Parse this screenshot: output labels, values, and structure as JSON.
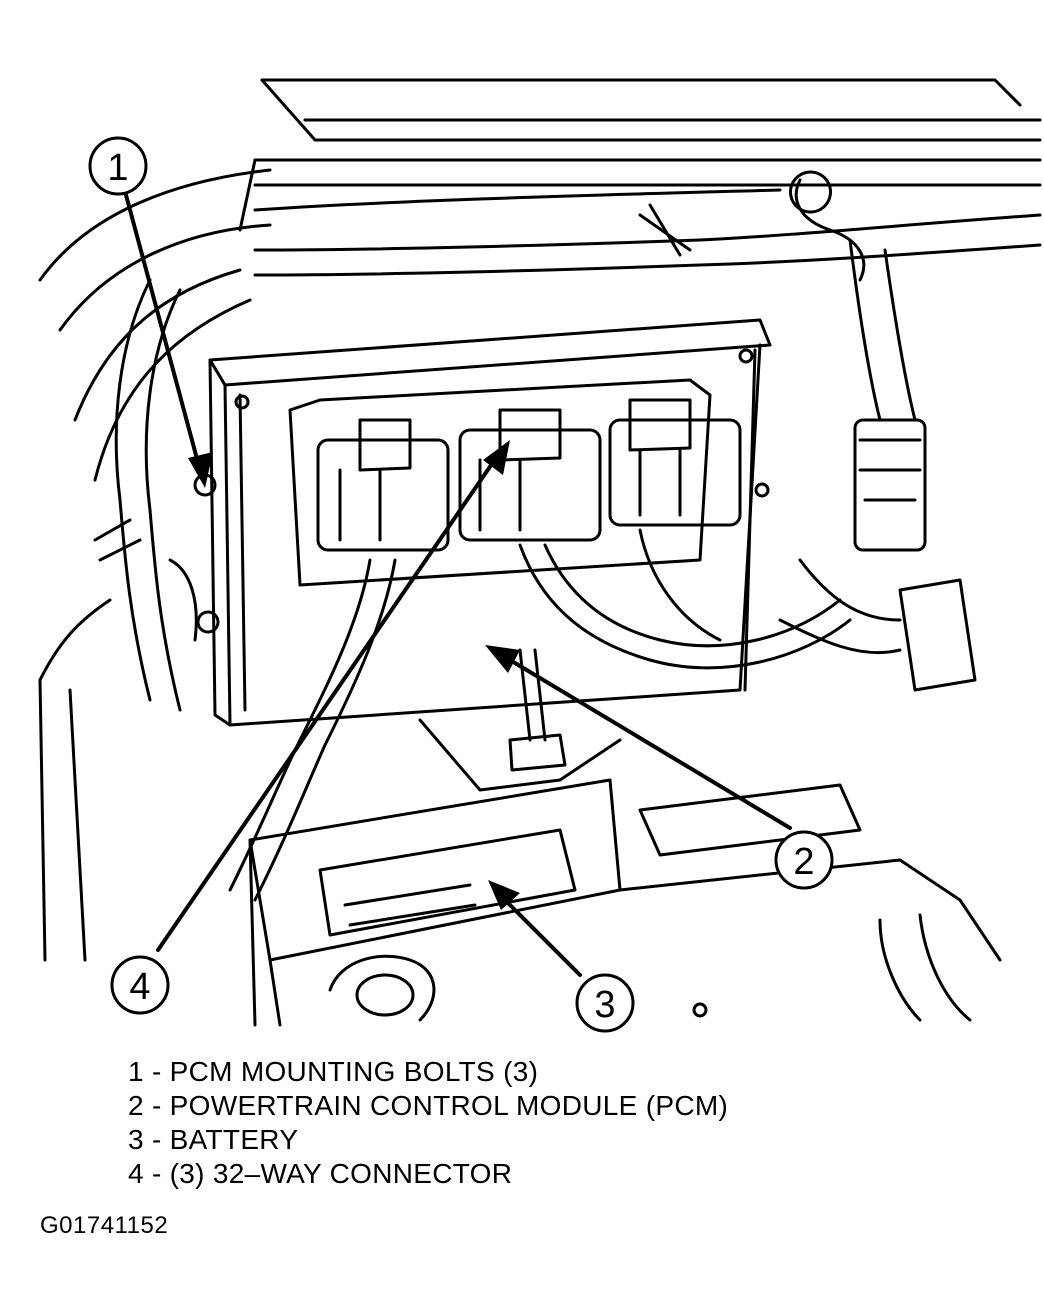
{
  "callouts": [
    "1",
    "2",
    "3",
    "4"
  ],
  "legend": [
    {
      "num": "1",
      "text": "1 - PCM MOUNTING BOLTS (3)"
    },
    {
      "num": "2",
      "text": "2 - POWERTRAIN CONTROL MODULE (PCM)"
    },
    {
      "num": "3",
      "text": "3 - BATTERY"
    },
    {
      "num": "4",
      "text": "4 - (3) 32–WAY CONNECTOR"
    }
  ],
  "figure_id": "G01741152",
  "icons": [
    "pcm-module",
    "battery",
    "wiring-harness",
    "connector",
    "mounting-bolt",
    "battery-terminal"
  ],
  "colors": {
    "ink": "#000000",
    "paper": "#ffffff"
  }
}
